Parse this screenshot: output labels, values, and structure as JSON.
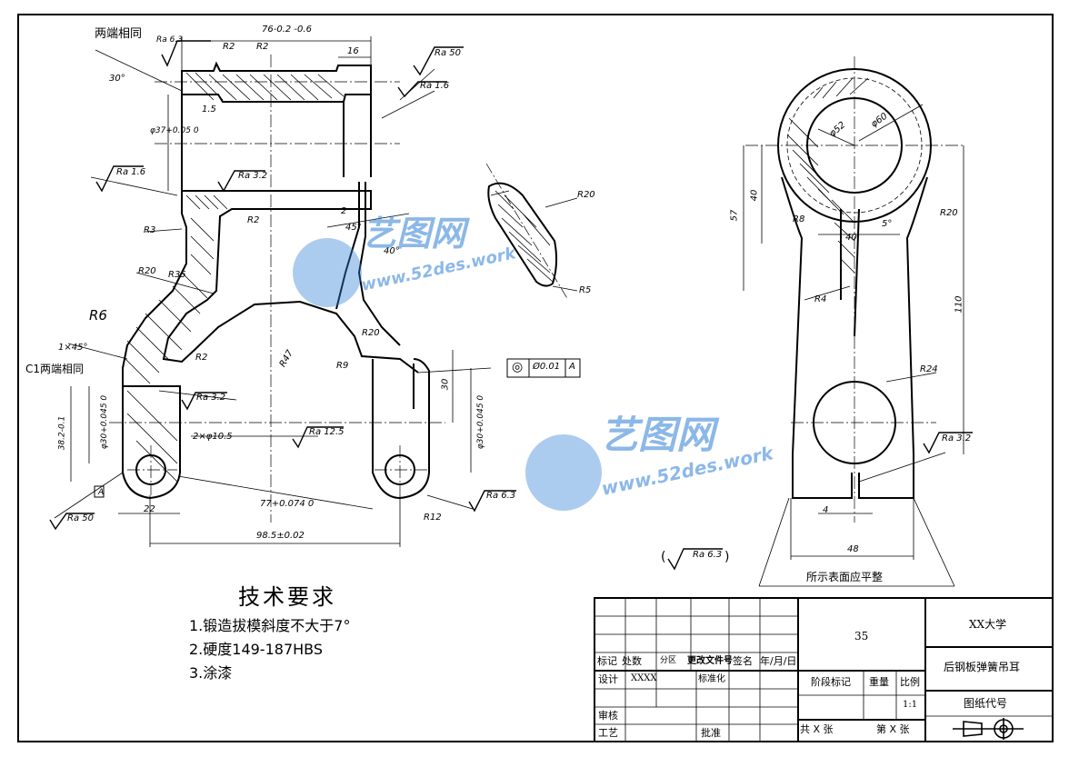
{
  "drawing": {
    "note_both_ends": "两端相同",
    "note_c1": "C1两端相同",
    "note_flat": "所示表面应平整",
    "section_label_a": "A",
    "tolerance_frame": {
      "symbol": "◎",
      "value": "Ø0.01",
      "datum": "A"
    },
    "dims_left": [
      "76-0.2 -0.6",
      "R2",
      "R2",
      "16",
      "Ra 50",
      "Ra 1.6",
      "Ra 6.3",
      "30°",
      "1.5",
      "φ37+0.05 0",
      "Ra 1.6",
      "Ra 3.2",
      "R3",
      "R2",
      "2",
      "45°",
      "40°",
      "R20",
      "R35",
      "R6",
      "1×45°",
      "R2",
      "R9",
      "R20",
      "R47",
      "30",
      "Ra 3.2",
      "φ30+0.045 0",
      "38.2-0.1",
      "2×φ10.5",
      "Ra 12.5",
      "Ra 6.3",
      "77+0.074 0",
      "Ra 50",
      "22",
      "R12",
      "98.5±0.02"
    ],
    "dims_section": [
      "R20",
      "R5"
    ],
    "dims_right": [
      "φ52",
      "φ60",
      "57",
      "40",
      "R8",
      "5°",
      "40",
      "R20",
      "R4",
      "110",
      "R24",
      "Ra 3.2",
      "4",
      "48"
    ],
    "general_roughness": "Ra 6.3"
  },
  "requirements": {
    "title": "技术要求",
    "items": [
      "1.锻造拔模斜度不大于7°",
      "2.硬度149-187HBS",
      "3.涂漆"
    ]
  },
  "title_block": {
    "material": "35",
    "school": "XX大学",
    "part_name": "后钢板弹簧吊耳",
    "drawing_no_label": "图纸代号",
    "scale_value": "1:1",
    "header_row": [
      "标记",
      "处数",
      "分区",
      "更改文件号",
      "签名",
      "年/月/日"
    ],
    "design_label": "设计",
    "designer": "XXXX",
    "standardize_label": "标准化",
    "stage_label": "阶段标记",
    "weight_label": "重量",
    "scale_label": "比例",
    "review_label": "审核",
    "process_label": "工艺",
    "approve_label": "批准",
    "total_sheets": "共 X 张",
    "sheet_no": "第 X 张"
  },
  "watermark": {
    "brand": "艺图网",
    "url": "www.52des.work"
  }
}
